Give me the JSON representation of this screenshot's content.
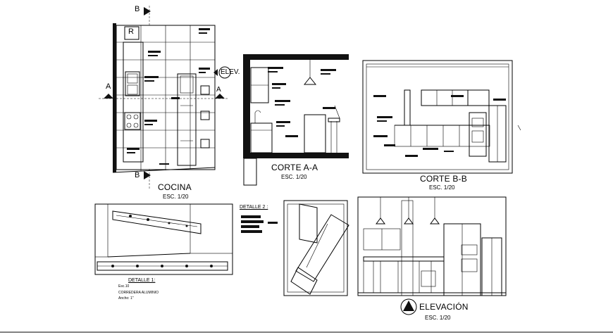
{
  "plan": {
    "title": "COCINA",
    "scale": "ESC. 1/20",
    "room_tag": "R",
    "elev_marker": "ELEV.",
    "cut_a": "A",
    "cut_b": "B"
  },
  "section_aa": {
    "title": "CORTE A-A",
    "scale": "ESC. 1/20"
  },
  "section_bb": {
    "title": "CORTE B-B",
    "scale": "ESC. 1/20"
  },
  "detail1": {
    "title": "DETALLE 1:",
    "scale": "Esc.10",
    "note1": "CORREDERA ALUMINIO",
    "note2": "Ancho: 1\""
  },
  "detail2": {
    "title": "DETALLE 2 :"
  },
  "elevation": {
    "title": "ELEVACIÓN",
    "scale": "ESC. 1/20"
  }
}
